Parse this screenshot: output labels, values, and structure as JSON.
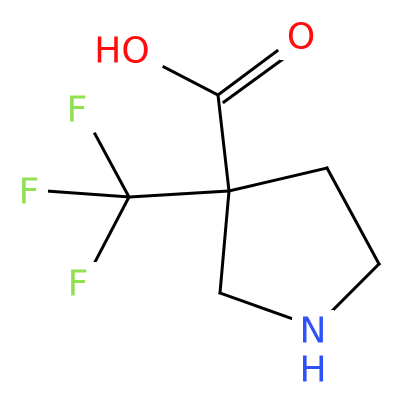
{
  "colors": {
    "bond": "#000000",
    "oxygen": "#ff0d0d",
    "nitrogen": "#3050f8",
    "fluorine": "#90e050"
  },
  "atoms": {
    "hydroxyl": "HO",
    "carbonyl_oxygen": "O",
    "fluorine_top": "F",
    "fluorine_middle": "F",
    "fluorine_bottom": "F",
    "ring_nitrogen": "N",
    "ring_nitrogen_hydrogen": "H"
  }
}
